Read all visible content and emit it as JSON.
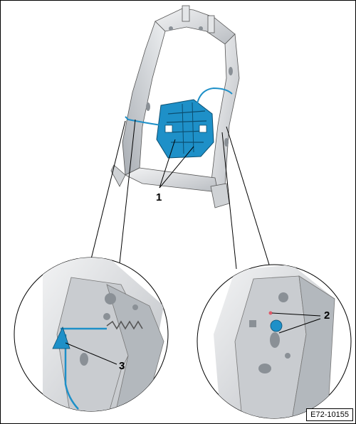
{
  "callouts": {
    "one": "1",
    "two": "2",
    "three": "3"
  },
  "figure_reference": "E72-10155",
  "colors": {
    "frame_metal": "#d7d9dc",
    "frame_shadow": "#9aa0a6",
    "highlight_part": "#1e90c8",
    "outline": "#000000"
  }
}
